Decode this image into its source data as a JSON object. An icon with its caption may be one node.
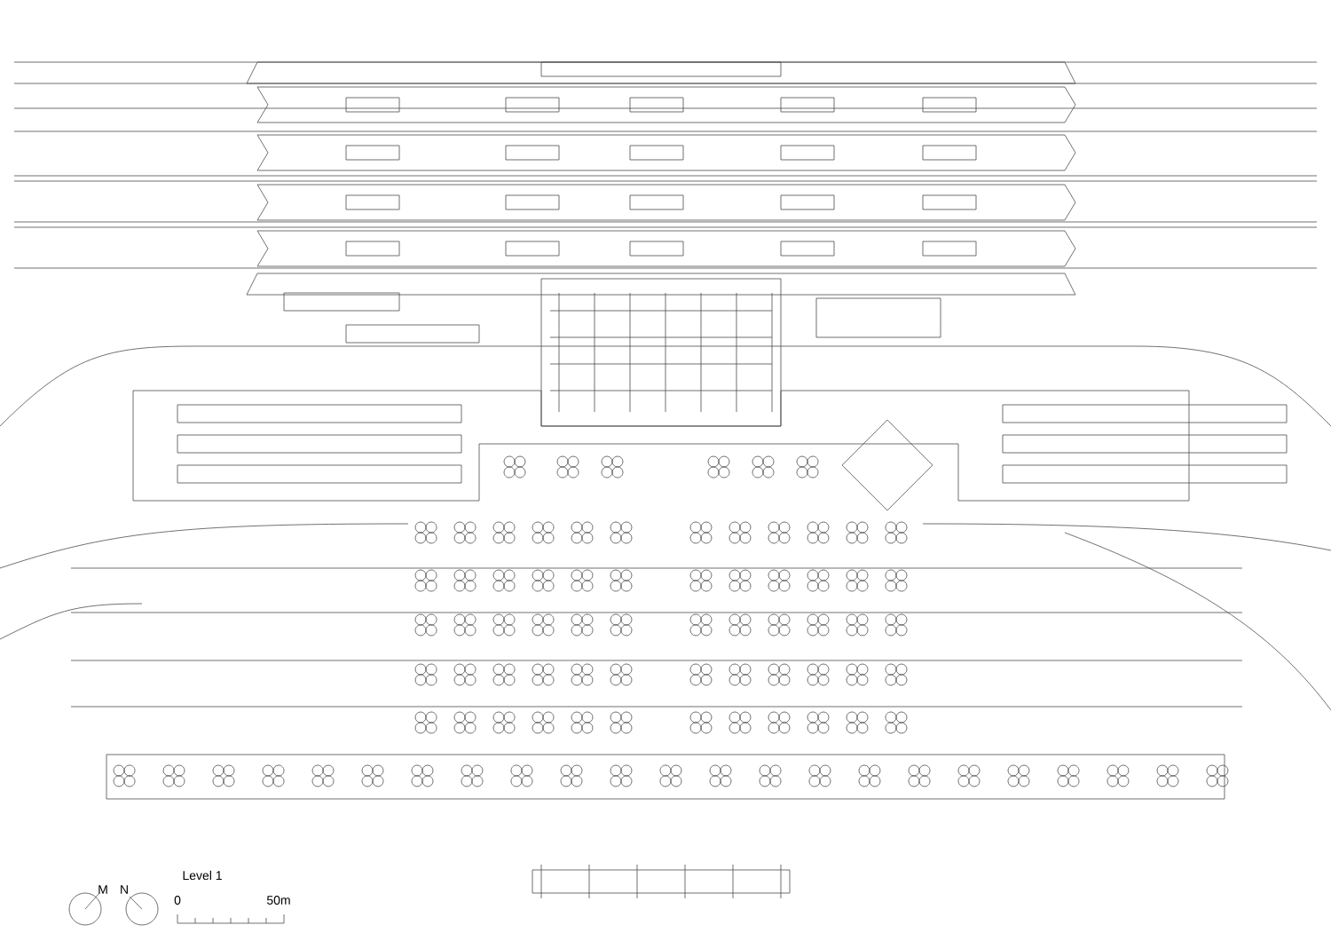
{
  "diagram": {
    "labels": [
      "M",
      "N",
      "Level 1",
      "0",
      "50m"
    ]
  }
}
